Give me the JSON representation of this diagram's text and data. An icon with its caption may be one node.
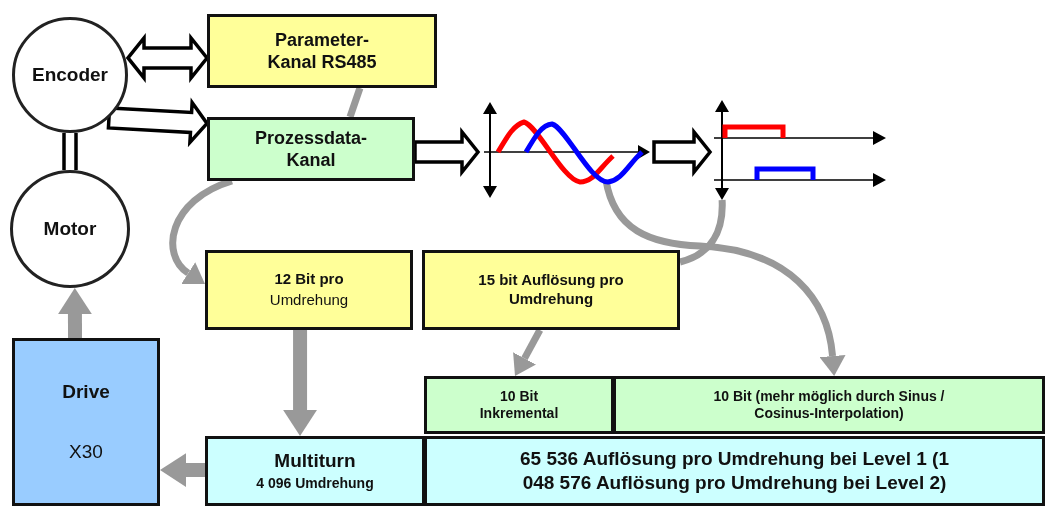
{
  "diagram": {
    "nodes": [
      {
        "text": [
          "Encoder"
        ]
      },
      {
        "text": [
          "Motor"
        ]
      },
      {
        "text": [
          "Parameter- Kanal RS485"
        ]
      },
      {
        "text": [
          "Prozessdata- Kanal"
        ]
      },
      {
        "text": [],
        "shape": "picture"
      },
      {
        "text": [],
        "shape": "picture"
      },
      {
        "text": [
          "12 Bit pro",
          "Umdrehung"
        ]
      },
      {
        "text": [
          "15 bit Auflösung pro Umdrehung"
        ]
      },
      {
        "text": [
          "10 Bit Inkremental"
        ]
      },
      {
        "text": [
          "10 Bit (mehr möglich durch Sinus / Cosinus-Interpolation)"
        ]
      },
      {
        "text": [
          "Drive",
          "X30"
        ]
      },
      {
        "text": [
          "Multiturn",
          "4 096 Umdrehung"
        ]
      },
      {
        "text": [
          "65 536 Auflösung pro Umdrehung bei Level 1 (1 048 576 Auflösung pro Umdrehung bei Level 2)"
        ]
      }
    ],
    "edges": [
      {
        "from": 0,
        "to": 2,
        "arrow": "both",
        "color": "#000000"
      },
      {
        "from": 0,
        "to": 3,
        "arrow": "to",
        "color": "#000000"
      },
      {
        "from": 3,
        "to": 4,
        "arrow": "to",
        "color": "#000000"
      },
      {
        "from": 4,
        "to": 5,
        "arrow": "to",
        "color": "#000000"
      },
      {
        "from": 0,
        "to": 1,
        "arrow": "none",
        "color": "#000000"
      },
      {
        "from": 2,
        "to": 3,
        "arrow": "none"
      },
      {
        "from": 3,
        "to": 6,
        "arrow": "to"
      },
      {
        "from": 6,
        "to": 11,
        "arrow": "to",
        "style": "thick"
      },
      {
        "from": 11,
        "to": 10,
        "arrow": "to",
        "style": "thick"
      },
      {
        "from": 10,
        "to": 1,
        "arrow": "to",
        "style": "thick"
      },
      {
        "from": 7,
        "to": 8,
        "arrow": "to"
      },
      {
        "from": 4,
        "to": 9,
        "arrow": "to"
      },
      {
        "from": 5,
        "to": 7,
        "arrow": "none"
      }
    ]
  }
}
